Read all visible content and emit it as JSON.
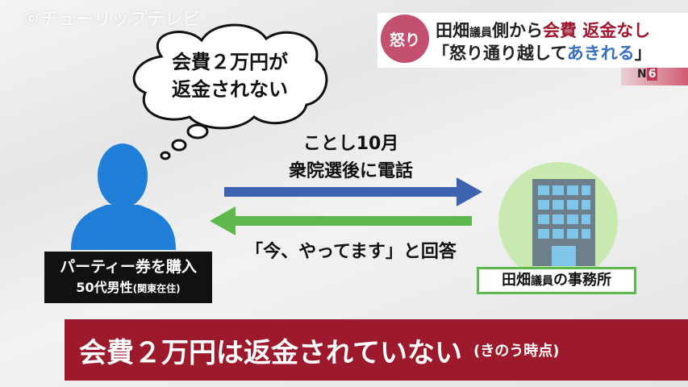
{
  "watermark": "©チューリップテレビ",
  "headline": {
    "badge": "怒り",
    "line1_a": "田畑",
    "line1_b": "議員",
    "line1_c": "側から",
    "line1_d": "会費 返金なし",
    "line2_a": "「怒り通り越して",
    "line2_b": "あきれる",
    "line2_c": "」",
    "logo": "N",
    "logo_num": "6"
  },
  "thought": {
    "line1": "会費２万円が",
    "line2": "返金されない"
  },
  "call": {
    "line1": "ことし10月",
    "line2": "衆院選後に電話"
  },
  "reply": "「今、やってます」と回答",
  "person": {
    "line1": "パーティー券を購入",
    "line2": "50代男性",
    "line2_note": "(関東在住)"
  },
  "office": {
    "name_a": "田畑",
    "name_b": "議員",
    "name_c": "の事務所"
  },
  "banner": {
    "main": "会費２万円は返金されていない",
    "note": "(きのう時点)"
  },
  "colors": {
    "banner": "#9c1a2c",
    "badge": "#c4506f",
    "blue_arrow": "#3c62b0",
    "green_arrow": "#5fb84e",
    "person": "#1f7fd8"
  }
}
